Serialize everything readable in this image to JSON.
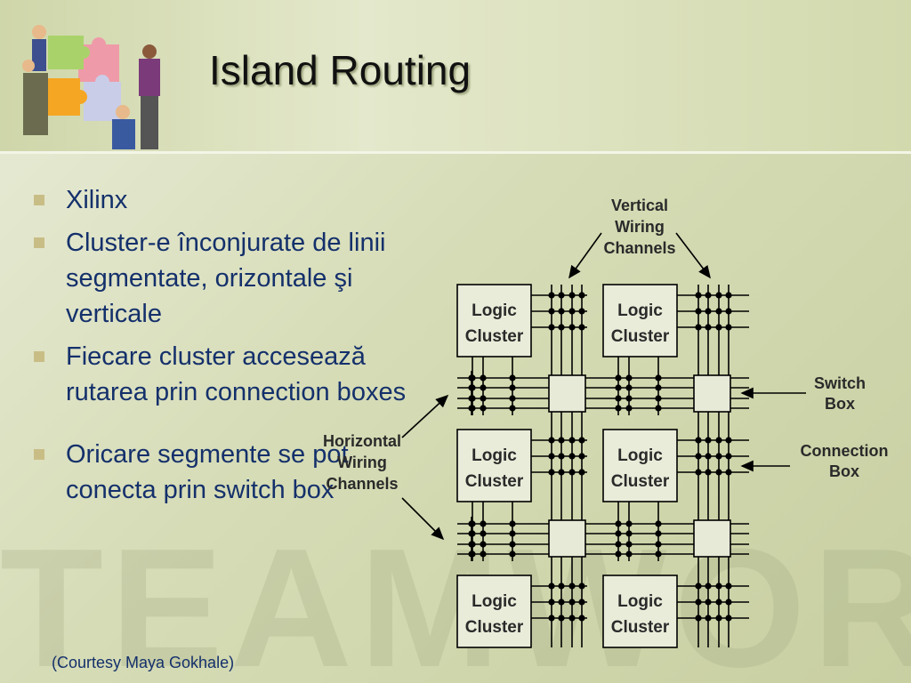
{
  "slide": {
    "title": "Island Routing",
    "bullets": [
      "Xilinx",
      "Cluster-e înconjurate de linii segmentate, orizontale şi verticale",
      "Fiecare cluster accesează rutarea prin connection boxes",
      "Oricare segmente se pot conecta prin switch box"
    ],
    "courtesy": "(Courtesy Maya Gokhale)",
    "watermark": "TEAMWORK"
  },
  "diagram": {
    "cluster_label_line1": "Logic",
    "cluster_label_line2": "Cluster",
    "vertical_label": [
      "Vertical",
      "Wiring",
      "Channels"
    ],
    "horizontal_label": [
      "Horizontal",
      "Wiring",
      "Channels"
    ],
    "switch_label": [
      "Switch",
      "Box"
    ],
    "connection_label": [
      "Connection",
      "Box"
    ]
  }
}
